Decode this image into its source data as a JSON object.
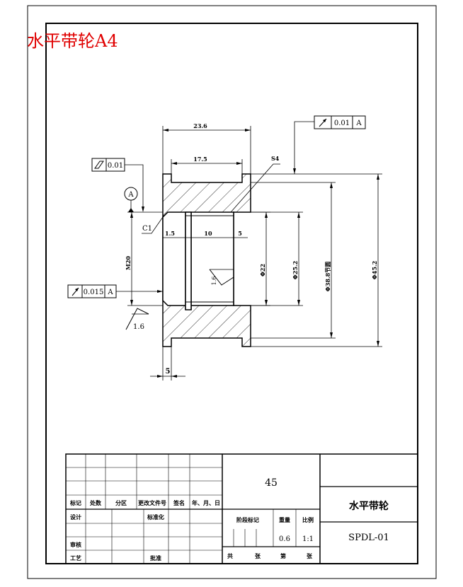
{
  "drawing_label": "水平带轮A4",
  "dimensions": {
    "overall_length": "23.6",
    "groove_width": "17.5",
    "chamfer_note": "C1",
    "step_left": "1.5",
    "step_mid": "10",
    "step_right": "5",
    "flange_width": "5",
    "bore": "Φ22",
    "hub_dia": "Φ25.2",
    "pitch_dia": "Φ38.8节圆",
    "outer_dia": "Φ45.2",
    "thread_dia": "M20",
    "key_note": "S4"
  },
  "tolerances": {
    "top_runout": {
      "value": "0.01",
      "datum": "A"
    },
    "left_flatness": {
      "value": "0.01"
    },
    "bore_runout": {
      "value": "0.015",
      "datum": "A"
    },
    "datum_label": "A"
  },
  "roughness": {
    "inner": "1.6",
    "outer": "1.6"
  },
  "title_block": {
    "material": "45",
    "part_name": "水平带轮",
    "drawing_no": "SPDL-01",
    "weight_label": "重量",
    "weight_value": "0.6",
    "scale_label": "比例",
    "scale_value": "1:1",
    "stage_label": "阶段标记",
    "rev_headers": [
      "标记",
      "处数",
      "分区",
      "更改文件号",
      "签名",
      "年、月、日"
    ],
    "design": "设计",
    "standardization": "标准化",
    "review": "审核",
    "process": "工艺",
    "approve": "批准",
    "total_sheets": "共",
    "sheet_unit": "张",
    "sheet_no": "第",
    "sheet_unit2": "张"
  }
}
